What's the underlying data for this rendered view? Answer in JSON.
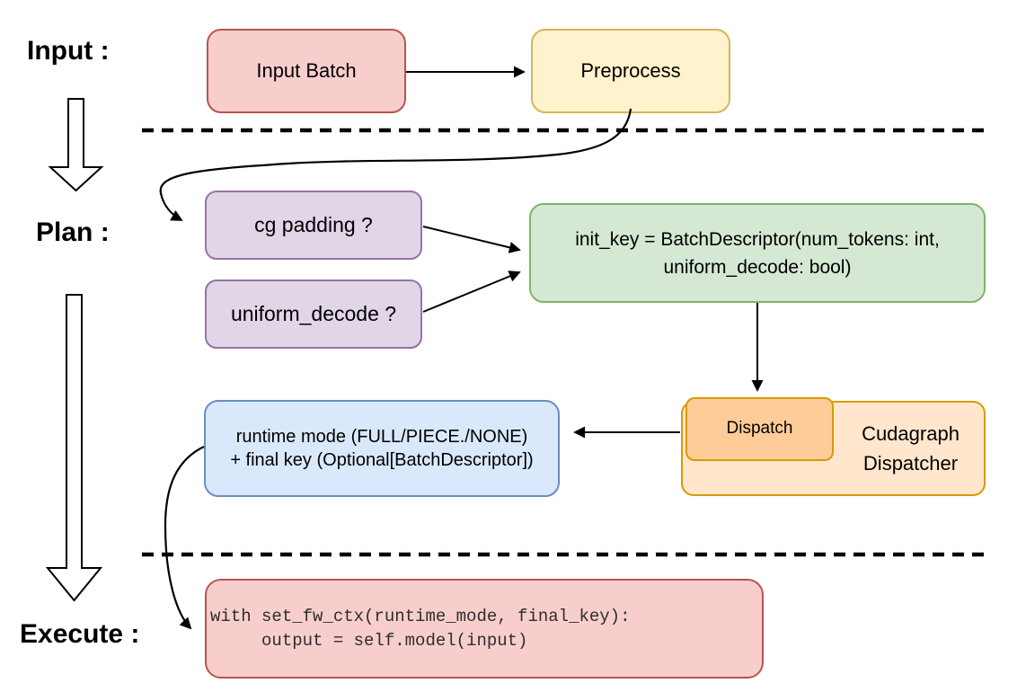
{
  "stage_labels": {
    "input": "Input :",
    "plan": "Plan :",
    "execute": "Execute :"
  },
  "nodes": {
    "input_batch": {
      "label": "Input Batch",
      "fill": "#f8cecc",
      "border": "#b85450"
    },
    "preprocess": {
      "label": "Preprocess",
      "fill": "#fff2cc",
      "border": "#d6b656"
    },
    "cg_padding": {
      "label": "cg padding ?",
      "fill": "#e1d5e7",
      "border": "#9673a6"
    },
    "uniform_decode": {
      "label": "uniform_decode ?",
      "fill": "#e1d5e7",
      "border": "#9673a6"
    },
    "init_key": {
      "line1": "init_key = BatchDescriptor(num_tokens: int,",
      "line2": "uniform_decode: bool)",
      "fill": "#d5e8d4",
      "border": "#82b366"
    },
    "runtime_mode": {
      "line1": "runtime mode (FULL/PIECE./NONE)",
      "line2": "+ final key (Optional[BatchDescriptor])",
      "fill": "#dae8fc",
      "border": "#6c8ebf"
    },
    "dispatch": {
      "label": "Dispatch",
      "fill": "#ffcc99",
      "border": "#d79b00"
    },
    "cudagraph_dispatcher": {
      "line1": "Cudagraph",
      "line2": "Dispatcher",
      "fill": "#ffe6cc",
      "border": "#d79b00"
    },
    "execute_code": {
      "line1": "with set_fw_ctx(runtime_mode, final_key):",
      "line2": "     output = self.model(input)",
      "fill": "#f8cecc",
      "border": "#b85450"
    }
  },
  "connector_color": "#000000"
}
